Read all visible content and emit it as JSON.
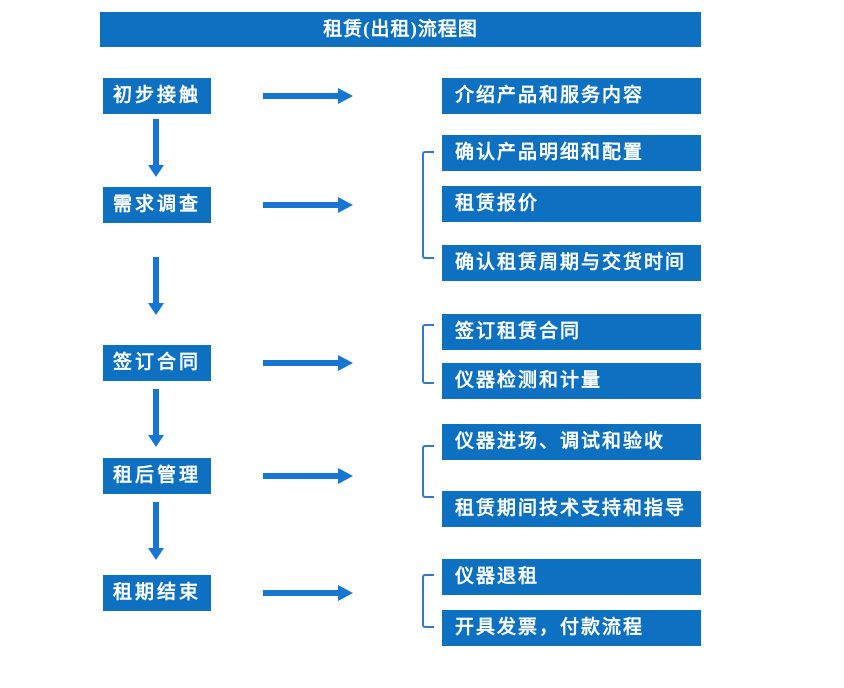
{
  "title": "租赁(出租)流程图",
  "colors": {
    "box_fill": "#0e70c0",
    "arrow": "#1676d2",
    "bracket": "#3579be",
    "box_text": "#ffffff",
    "background": "#ffffff"
  },
  "steps": [
    {
      "label": "初步接触",
      "details": [
        "介绍产品和服务内容"
      ]
    },
    {
      "label": "需求调查",
      "details": [
        "确认产品明细和配置",
        "租赁报价",
        "确认租赁周期与交货时间"
      ]
    },
    {
      "label": "签订合同",
      "details": [
        "签订租赁合同",
        "仪器检测和计量"
      ]
    },
    {
      "label": "租后管理",
      "details": [
        "仪器进场、调试和验收",
        "租赁期间技术支持和指导"
      ]
    },
    {
      "label": "租期结束",
      "details": [
        "仪器退租",
        "开具发票，付款流程"
      ]
    }
  ]
}
